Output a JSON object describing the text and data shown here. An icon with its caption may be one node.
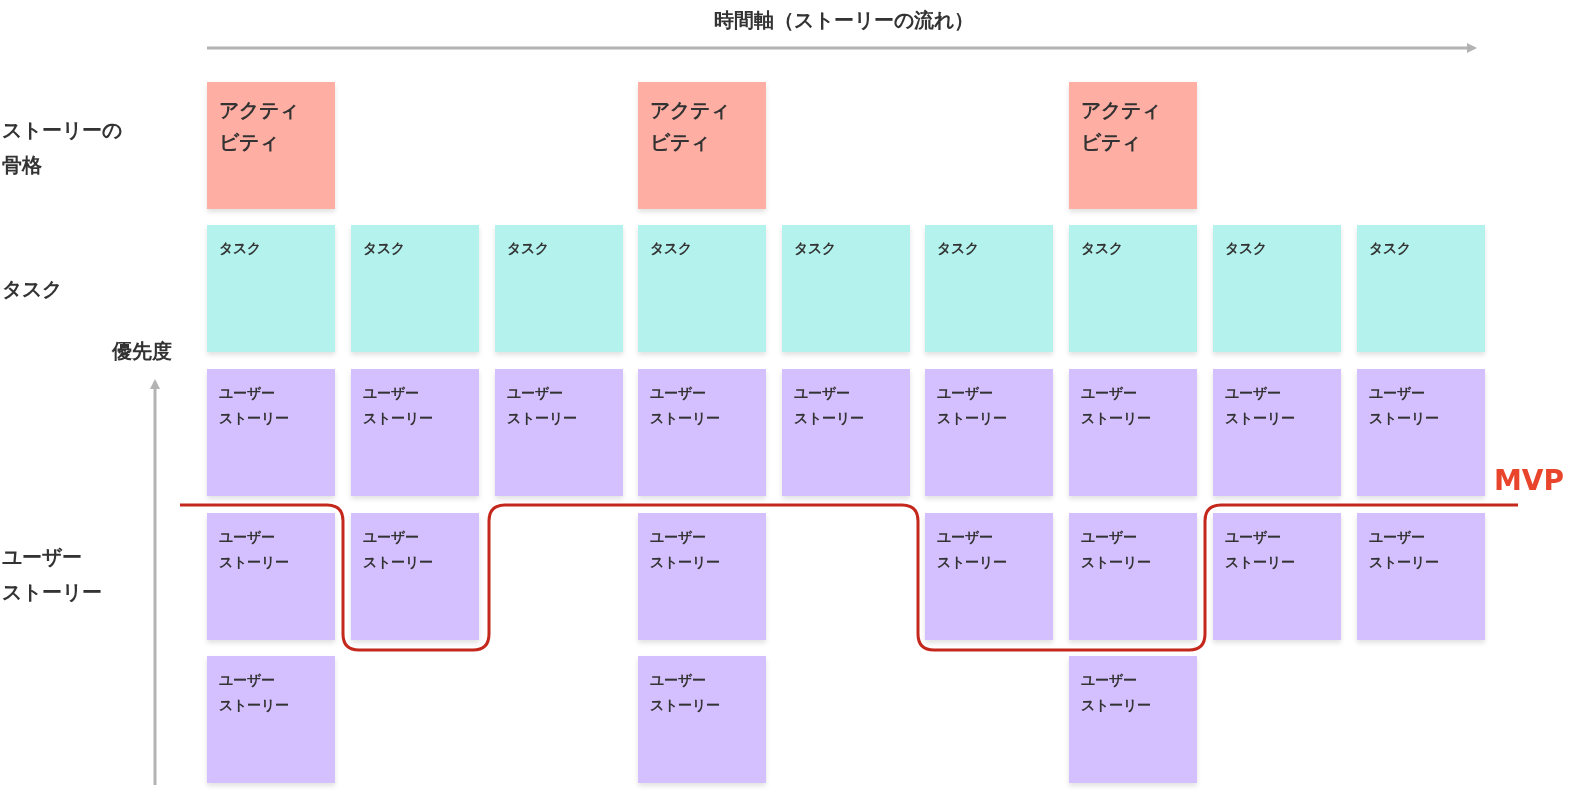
{
  "diagram": {
    "nodes": [
      {
        "text": [
          "アクティビティ"
        ]
      },
      {
        "text": [
          "アクティビティ"
        ]
      },
      {
        "text": [
          "アクティビティ"
        ]
      },
      {
        "text": [
          "タスク"
        ]
      },
      {
        "text": [
          "タスク"
        ]
      },
      {
        "text": [
          "タスク"
        ]
      },
      {
        "text": [
          "タスク"
        ]
      },
      {
        "text": [
          "タスク"
        ]
      },
      {
        "text": [
          "タスク"
        ]
      },
      {
        "text": [
          "タスク"
        ]
      },
      {
        "text": [
          "タスク"
        ]
      },
      {
        "text": [
          "タスク"
        ]
      },
      {
        "text": [
          "ユーザーストーリー"
        ]
      },
      {
        "text": [
          "ユーザーストーリー"
        ]
      },
      {
        "text": [
          "ユーザーストーリー"
        ]
      },
      {
        "text": [
          "ユーザーストーリー"
        ]
      },
      {
        "text": [
          "ユーザーストーリー"
        ]
      },
      {
        "text": [
          "ユーザーストーリー"
        ]
      },
      {
        "text": [
          "ユーザーストーリー"
        ]
      },
      {
        "text": [
          "ユーザーストーリー"
        ]
      },
      {
        "text": [
          "ユーザーストーリー"
        ]
      },
      {
        "text": [
          "ユーザーストーリー"
        ]
      },
      {
        "text": [
          "ユーザーストーリー"
        ]
      },
      {
        "text": [
          "ユーザーストーリー"
        ]
      },
      {
        "text": [
          "ユーザーストーリー"
        ]
      },
      {
        "text": [
          "ユーザーストーリー"
        ]
      },
      {
        "text": [
          "ユーザーストーリー"
        ]
      },
      {
        "text": [
          "ユーザーストーリー"
        ]
      },
      {
        "text": [
          "ユーザーストーリー"
        ]
      },
      {
        "text": [
          "ユーザーストーリー"
        ]
      },
      {
        "text": [
          "ユーザーストーリー"
        ]
      }
    ],
    "labels": [
      "時間軸（ストーリーの流れ）",
      "ストーリーの骨格",
      "タスク",
      "優先度",
      "MVP",
      "ユーザーストーリー"
    ]
  }
}
